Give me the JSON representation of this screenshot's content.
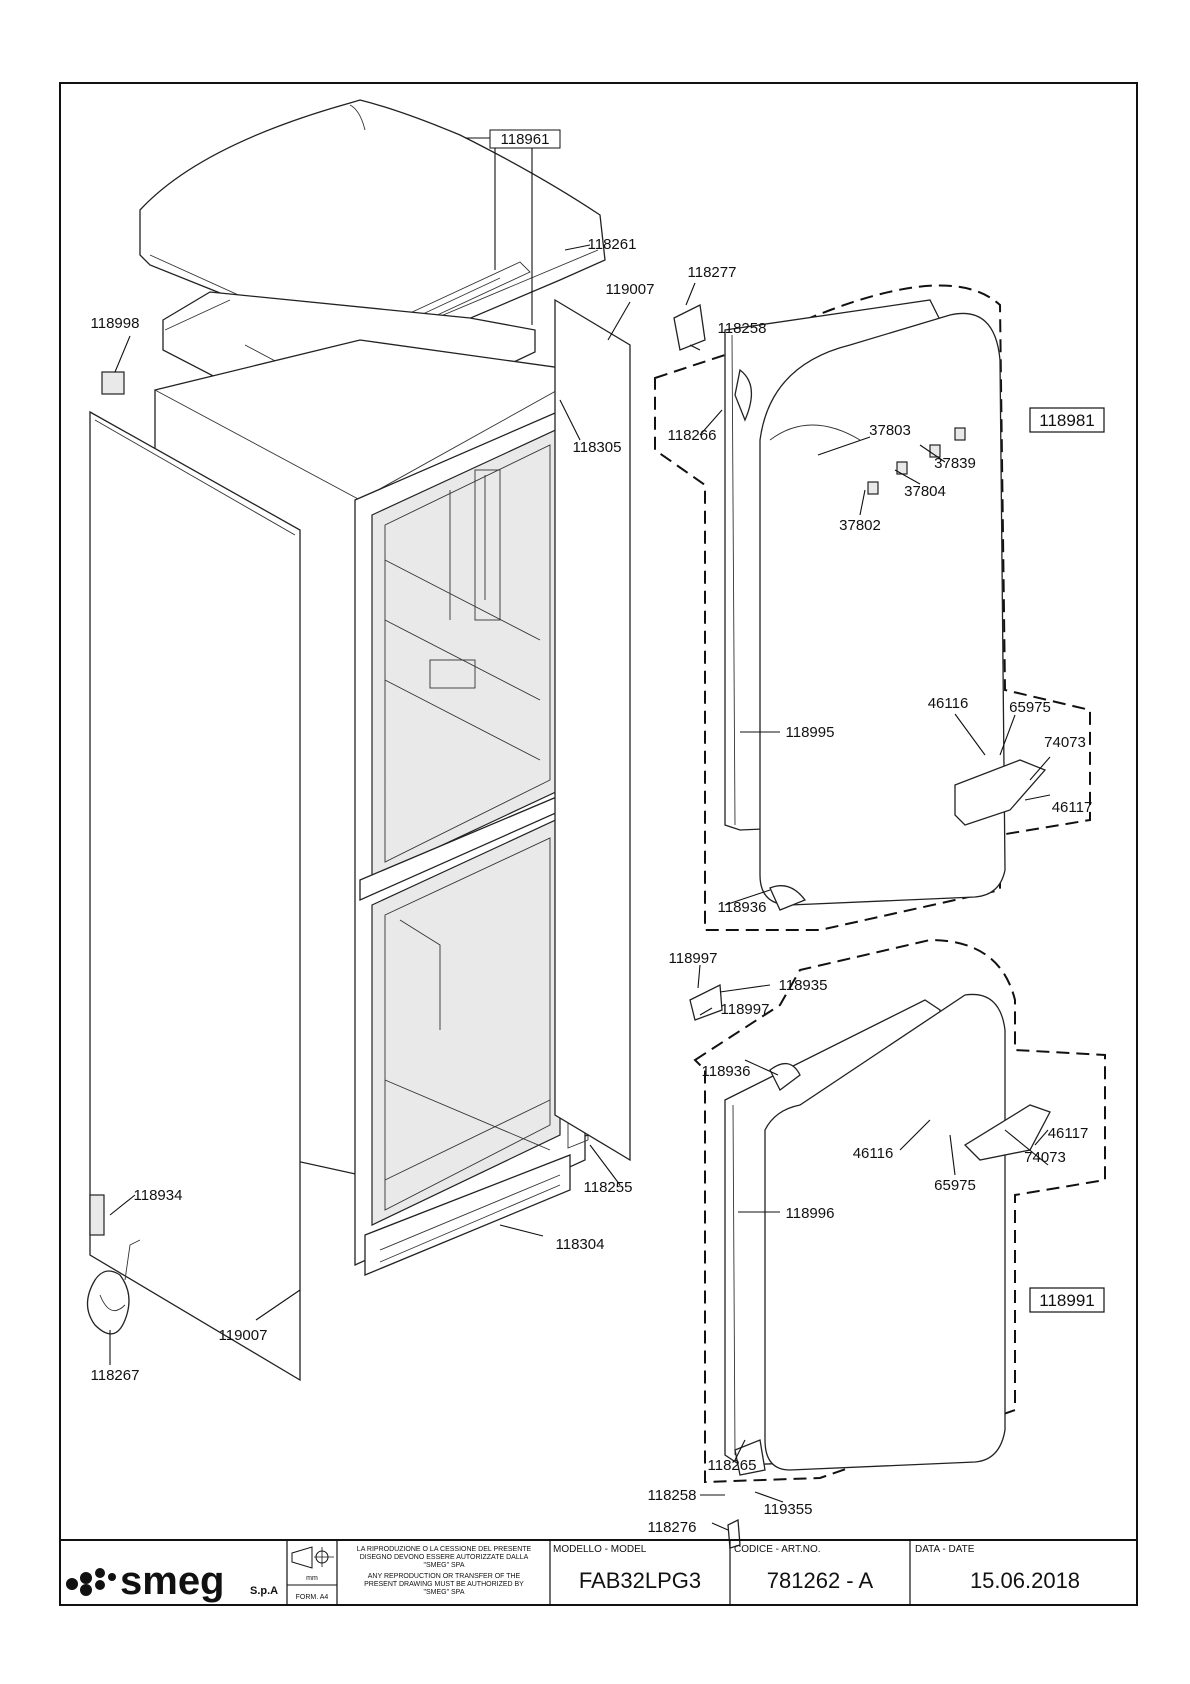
{
  "labels": {
    "p118961": "118961",
    "p118261": "118261",
    "p119007_top": "119007",
    "p118998": "118998",
    "p118305": "118305",
    "p118277": "118277",
    "p118258_top": "118258",
    "p118266": "118266",
    "p118981": "118981",
    "p37803": "37803",
    "p37839": "37839",
    "p37804": "37804",
    "p37802": "37802",
    "p46116_top": "46116",
    "p65975_top": "65975",
    "p74073_top": "74073",
    "p118995": "118995",
    "p46117_top": "46117",
    "p118936_top": "118936",
    "p118997_a": "118997",
    "p118935": "118935",
    "p118997_b": "118997",
    "p118936_bot": "118936",
    "p46117_bot": "46117",
    "p46116_bot": "46116",
    "p74073_bot": "74073",
    "p65975_bot": "65975",
    "p118255": "118255",
    "p118934": "118934",
    "p118996": "118996",
    "p118304": "118304",
    "p118991": "118991",
    "p119007_bot": "119007",
    "p118267": "118267",
    "p118265": "118265",
    "p118258_bot": "118258",
    "p119355": "119355",
    "p118276": "118276"
  },
  "title_block": {
    "logo": "smeg",
    "logo_suffix": "S.p.A",
    "unit": "mm",
    "format": "FORM. A4",
    "notice_it_1": "LA RIPRODUZIONE O LA CESSIONE DEL PRESENTE",
    "notice_it_2": "DISEGNO DEVONO ESSERE AUTORIZZATE DALLA",
    "notice_it_3": "\"SMEG\" SPA",
    "notice_en_1": "ANY REPRODUCTION OR TRANSFER OF THE",
    "notice_en_2": "PRESENT DRAWING MUST BE AUTHORIZED BY",
    "notice_en_3": "\"SMEG\" SPA",
    "model_label": "MODELLO - MODEL",
    "model_value": "FAB32LPG3",
    "code_label": "CODICE - ART.NO.",
    "code_value": "781262 - A",
    "date_label": "DATA - DATE",
    "date_value": "15.06.2018"
  }
}
